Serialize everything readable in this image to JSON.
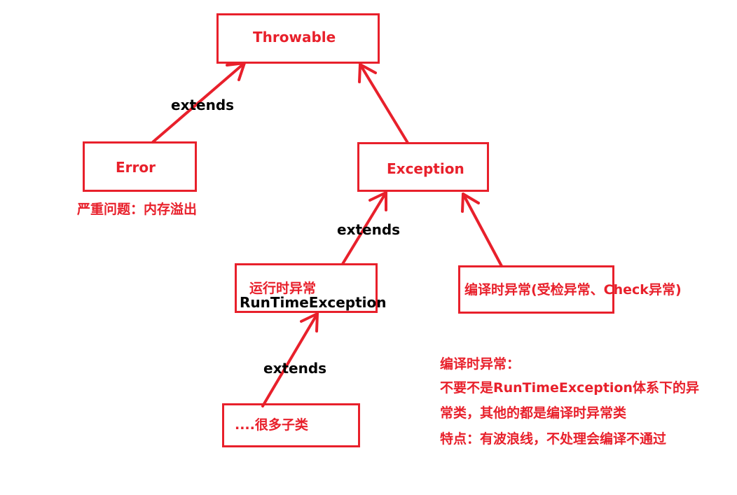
{
  "nodes": {
    "throwable": {
      "label": "Throwable"
    },
    "error": {
      "label": "Error",
      "note": "严重问题：内存溢出"
    },
    "exception": {
      "label": "Exception"
    },
    "runtime": {
      "label_cn": "运行时异常",
      "label_en": "RunTimeException"
    },
    "checked": {
      "label": "编译时异常(受检异常、Check异常)"
    },
    "subclasses": {
      "label": "....很多子类"
    }
  },
  "edges": {
    "error_to_throwable": "extends",
    "runtime_to_exception": "extends",
    "subclasses_to_runtime": "extends"
  },
  "annotation": {
    "title": "编译时异常：",
    "lines": [
      "不要不是RunTimeException体系下的异",
      "常类，其他的都是编译时异常类",
      "特点：有波浪线，不处理会编译不通过"
    ]
  },
  "colors": {
    "accent": "#e8202b",
    "text": "#000000",
    "background": "#ffffff"
  }
}
